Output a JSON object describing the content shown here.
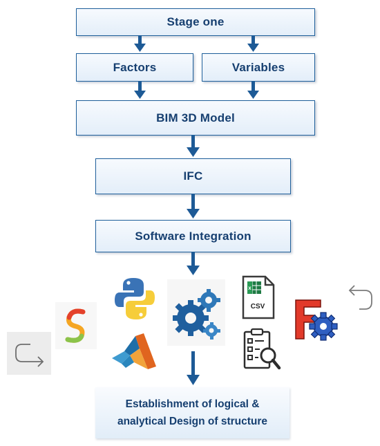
{
  "diagram": {
    "stage_one": "Stage one",
    "factors": "Factors",
    "variables": "Variables",
    "bim_model": "BIM 3D Model",
    "ifc": "IFC",
    "software_integration": "Software Integration",
    "final_line1": "Establishment of logical &",
    "final_line2": "analytical Design of structure"
  },
  "icons": {
    "csv_label": "CSV",
    "list": [
      "redo-arrow-icon",
      "sketchup-style-logo-icon",
      "python-logo-icon",
      "matlab-logo-icon",
      "gears-icon",
      "csv-file-icon",
      "checklist-search-icon",
      "freecad-logo-icon",
      "undo-arrow-icon"
    ]
  },
  "colors": {
    "box_border": "#1d5e9a",
    "box_text": "#163f70",
    "arrow": "#1d5a96"
  }
}
